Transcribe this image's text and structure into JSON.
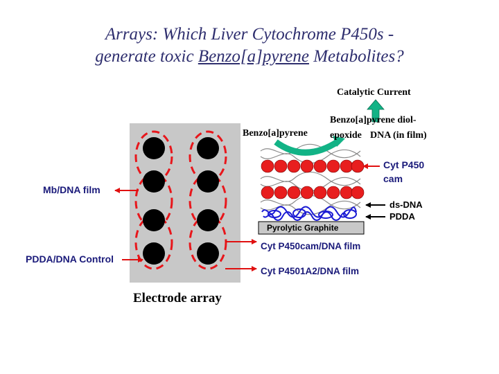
{
  "title": {
    "line1": "Arrays: Which Liver Cytochrome P450s -",
    "line2_pre": "generate toxic ",
    "line2_link": "Benzo[a]pyrene",
    "line2_post": " Metabolites?"
  },
  "labels": {
    "mb_dna_film": "Mb/DNA film",
    "pdda_dna_control": "PDDA/DNA Control",
    "electrode_array": "Electrode array",
    "catalytic_current": "Catalytic Current",
    "bap": "Benzo[a]pyrene",
    "diol_line1": "Benzo[a]pyrene diol-",
    "diol_line2": "epoxide",
    "dna_in_film": "DNA (in film)",
    "cyt_p450_line1": "Cyt P450",
    "cyt_p450_line2": "cam",
    "ds_dna": "ds-DNA",
    "pdda": "PDDA",
    "pyrolytic_graphite": "Pyrolytic Graphite",
    "cam_film": "Cyt P450cam/DNA film",
    "a2_film": "Cyt P4501A2/DNA film"
  },
  "colors": {
    "title": "#2e2e6e",
    "array_bg": "#c8c8c8",
    "electrode": "#000000",
    "spot_outline": "#e8161b",
    "enzyme": "#e81e1e",
    "arrow_red": "#e01010",
    "arrow_green": "#12b386",
    "polymer": "#1b1bd4",
    "label_navy": "#1a1a7a"
  }
}
